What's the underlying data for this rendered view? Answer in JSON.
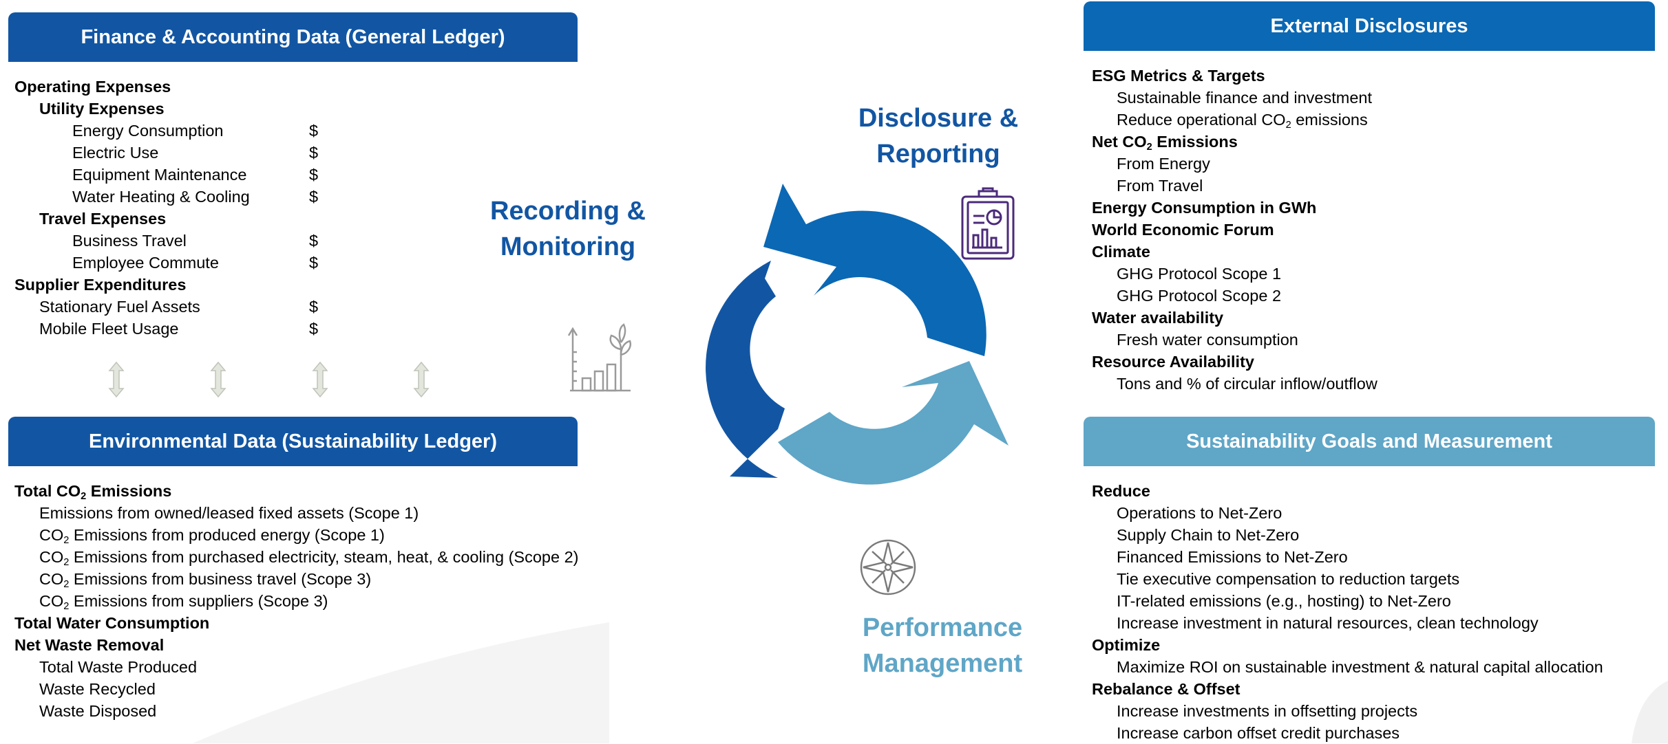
{
  "finance": {
    "header": "Finance & Accounting Data (General Ledger)",
    "items": [
      {
        "label": "Operating Expenses",
        "level": 0,
        "bold": true
      },
      {
        "label": "Utility Expenses",
        "level": 1,
        "bold": true
      },
      {
        "label": "Energy Consumption",
        "level": 2,
        "value": "$"
      },
      {
        "label": "Electric Use",
        "level": 2,
        "value": "$"
      },
      {
        "label": "Equipment Maintenance",
        "level": 2,
        "value": "$"
      },
      {
        "label": "Water Heating & Cooling",
        "level": 2,
        "value": "$"
      },
      {
        "label": "Travel Expenses",
        "level": 1,
        "bold": true
      },
      {
        "label": "Business Travel",
        "level": 2,
        "value": "$"
      },
      {
        "label": "Employee Commute",
        "level": 2,
        "value": "$"
      },
      {
        "label": "Supplier Expenditures",
        "level": 0,
        "bold": true
      },
      {
        "label": "Stationary Fuel Assets",
        "level": 1,
        "value": "$"
      },
      {
        "label": "Mobile Fleet Usage",
        "level": 1,
        "value": "$"
      }
    ]
  },
  "environmental": {
    "header": "Environmental Data (Sustainability Ledger)",
    "items": [
      {
        "label": "Total CO₂ Emissions",
        "level": 0,
        "bold": true
      },
      {
        "label": "Emissions from owned/leased fixed assets (Scope 1)",
        "level": 1
      },
      {
        "label": "CO₂ Emissions from produced energy (Scope 1)",
        "level": 1
      },
      {
        "label": "CO₂ Emissions from purchased electricity, steam, heat, &  cooling (Scope 2)",
        "level": 1
      },
      {
        "label": "CO₂ Emissions from business travel (Scope 3)",
        "level": 1
      },
      {
        "label": "CO₂ Emissions from suppliers (Scope 3)",
        "level": 1
      },
      {
        "label": "Total Water Consumption",
        "level": 0,
        "bold": true
      },
      {
        "label": "Net Waste Removal",
        "level": 0,
        "bold": true
      },
      {
        "label": "Total Waste Produced",
        "level": 1
      },
      {
        "label": "Waste Recycled",
        "level": 1
      },
      {
        "label": "Waste Disposed",
        "level": 1
      }
    ]
  },
  "external": {
    "header": "External Disclosures",
    "items": [
      {
        "label": "ESG Metrics & Targets",
        "level": 0,
        "bold": true
      },
      {
        "label": "Sustainable finance and investment",
        "level": 1
      },
      {
        "label": "Reduce operational CO₂ emissions",
        "level": 1
      },
      {
        "label": "Net CO₂ Emissions",
        "level": 0,
        "bold": true
      },
      {
        "label": "From Energy",
        "level": 1
      },
      {
        "label": "From Travel",
        "level": 1
      },
      {
        "label": "Energy Consumption in GWh",
        "level": 0,
        "bold": true
      },
      {
        "label": "World Economic Forum",
        "level": 0,
        "bold": true
      },
      {
        "label": "Climate",
        "level": 0,
        "bold": true
      },
      {
        "label": "GHG Protocol Scope 1",
        "level": 1
      },
      {
        "label": "GHG Protocol Scope 2",
        "level": 1
      },
      {
        "label": "Water availability",
        "level": 0,
        "bold": true
      },
      {
        "label": "Fresh water consumption",
        "level": 1
      },
      {
        "label": "Resource Availability",
        "level": 0,
        "bold": true
      },
      {
        "label": "Tons and % of circular inflow/outflow",
        "level": 1
      }
    ]
  },
  "goals": {
    "header": "Sustainability Goals and Measurement",
    "items": [
      {
        "label": "Reduce",
        "level": 0,
        "bold": true
      },
      {
        "label": "Operations to Net-Zero",
        "level": 1
      },
      {
        "label": "Supply Chain to Net-Zero",
        "level": 1
      },
      {
        "label": "Financed Emissions to Net-Zero",
        "level": 1
      },
      {
        "label": "Tie executive compensation to reduction targets",
        "level": 1
      },
      {
        "label": "IT-related emissions (e.g., hosting) to Net-Zero",
        "level": 1
      },
      {
        "label": "Increase investment in natural resources, clean technology",
        "level": 1
      },
      {
        "label": "Optimize",
        "level": 0,
        "bold": true
      },
      {
        "label": "Maximize ROI on sustainable investment & natural capital        allocation",
        "level": 1
      },
      {
        "label": "Rebalance & Offset",
        "level": 0,
        "bold": true
      },
      {
        "label": "Increase investments in offsetting projects",
        "level": 1
      },
      {
        "label": "Increase carbon offset credit purchases",
        "level": 1
      }
    ]
  },
  "cycle": {
    "recording": [
      "Recording &",
      "Monitoring"
    ],
    "disclosure": [
      "Disclosure &",
      "Reporting"
    ],
    "performance": [
      "Performance",
      "Management"
    ]
  },
  "colors": {
    "dark_blue": "#1256a3",
    "mid_blue": "#0b68b4",
    "light_blue": "#5fa6c7",
    "icon_purple": "#4b2a7a",
    "icon_gray": "#9a9a9a"
  },
  "icons": {
    "growth": "growth-chart-icon",
    "report": "clipboard-report-icon",
    "compass": "compass-icon",
    "link": "double-arrow-icon"
  }
}
